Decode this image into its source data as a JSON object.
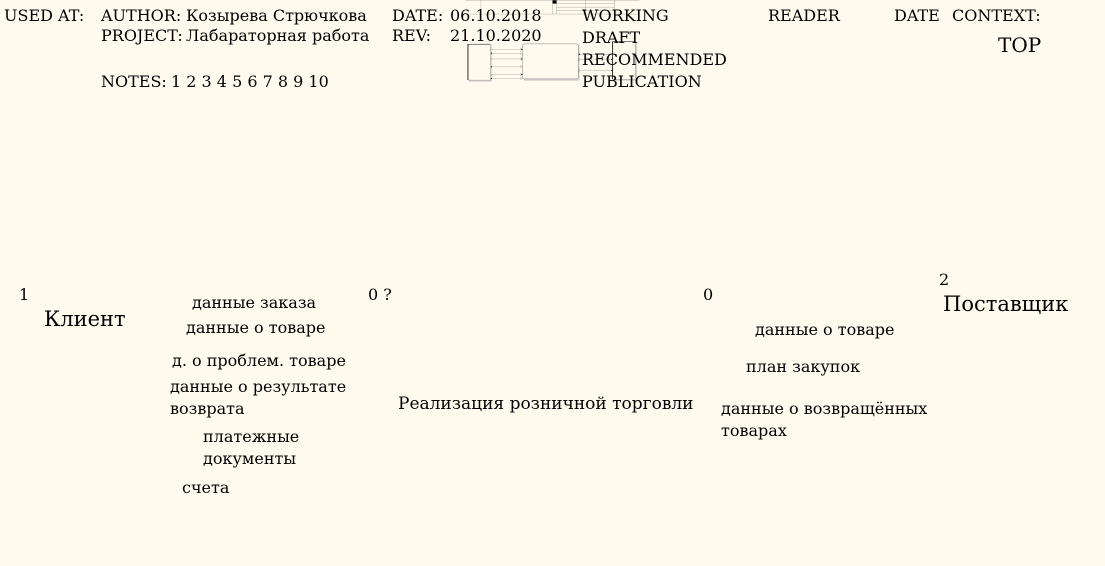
{
  "header": {
    "used_at": "USED AT:",
    "author_label": "AUTHOR:",
    "author": "Козырева Стрючкова",
    "project_label": "PROJECT:",
    "project": "Лабараторная работа",
    "date_label": "DATE:",
    "date": "06.10.2018",
    "rev_label": "REV:",
    "rev": "21.10.2020",
    "notes_label": "NOTES:",
    "notes": "1  2  3  4  5  6  7  8  9  10",
    "status": [
      "WORKING",
      "DRAFT",
      "RECOMMENDED",
      "PUBLICATION"
    ],
    "reader": "READER",
    "reader_date": "DATE",
    "context": "CONTEXT:",
    "context_value": "TOP"
  },
  "diagram": {
    "client": {
      "number": "1",
      "name": "Клиент"
    },
    "process": {
      "id": "0 ?",
      "cost": "0",
      "name": "Реализация розничной торговли"
    },
    "supplier": {
      "number": "2",
      "name": "Поставщик"
    },
    "flows": {
      "order_data": "данные заказа",
      "product_data_client": "данные о товаре",
      "problem_product": "д. о проблем. товаре",
      "return_result_1": "данные о результате",
      "return_result_2": "возврата",
      "payment_docs_1": "платежные",
      "payment_docs_2": "документы",
      "invoices": "счета",
      "product_data_supplier": "данные о товаре",
      "purchase_plan": "план закупок",
      "returned_goods_1": "данные о возвращённых",
      "returned_goods_2": "товарах"
    }
  }
}
